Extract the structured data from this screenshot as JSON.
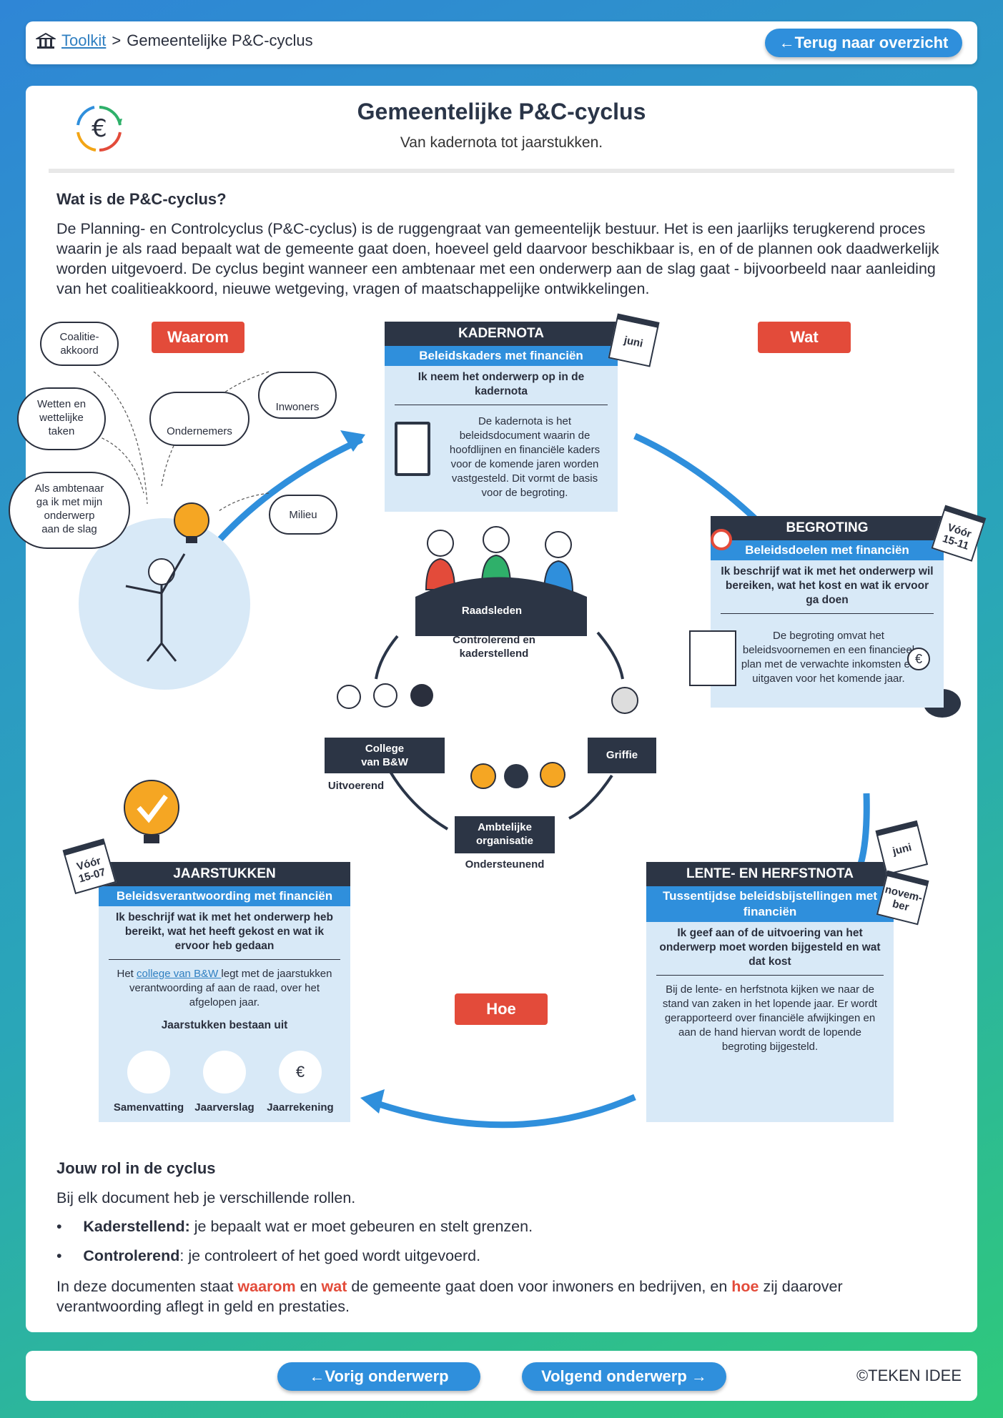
{
  "breadcrumb": {
    "home_link": "Toolkit",
    "separator": ">",
    "current": "Gemeentelijke P&C-cyclus"
  },
  "back_button": "←Terug naar overzicht",
  "header": {
    "title": "Gemeentelijke P&C-cyclus",
    "subtitle": "Van kadernota tot jaarstukken."
  },
  "intro": {
    "heading": "Wat is de P&C-cyclus?",
    "text": "De Planning- en Controlcyclus (P&C-cyclus) is de ruggengraat van gemeentelijk bestuur. Het is een jaarlijks terugkerend proces waarin je als raad bepaalt wat de gemeente gaat doen, hoeveel geld daarvoor beschikbaar is, en of de plannen ook daadwerkelijk worden uitgevoerd. De cyclus begint wanneer een ambtenaar met een onderwerp aan de slag gaat - bijvoorbeeld naar aanleiding van het coalitieakkoord, nieuwe wetgeving, vragen of maatschappelijke ontwikkelingen."
  },
  "labels": {
    "waarom": "Waarom",
    "wat": "Wat",
    "hoe": "Hoe"
  },
  "clouds": {
    "coalitie": "Coalitie-\nakkoord",
    "wetten": "Wetten en\nwettelijke\ntaken",
    "ondernemers": "Ondernemers",
    "inwoners": "Inwoners",
    "milieu": "Milieu",
    "ambtenaar": "Als ambtenaar\nga ik met mijn\nonderwerp\naan de slag"
  },
  "kadernota": {
    "title": "KADERNOTA",
    "subtitle": "Beleidskaders met financiën",
    "bold": "Ik neem het onderwerp op in de kadernota",
    "text": "De kadernota is het beleidsdocument waarin de hoofdlijnen en financiële kaders voor de komende jaren worden vastgesteld. Dit vormt de basis voor de begroting.",
    "calendar": "juni"
  },
  "begroting": {
    "title": "BEGROTING",
    "subtitle": "Beleidsdoelen met financiën",
    "bold": "Ik beschrijf wat ik met het onderwerp wil bereiken, wat het kost en wat ik ervoor ga doen",
    "text": "De begroting omvat het beleidsvoornemen en een financieel plan met de verwachte inkomsten en uitgaven voor het komende jaar.",
    "calendar": "Vóór\n15-11"
  },
  "jaarstukken": {
    "title": "JAARSTUKKEN",
    "subtitle": "Beleidsverantwoording met financiën",
    "bold": "Ik beschrijf wat ik met het onderwerp heb bereikt, wat het heeft gekost en wat ik ervoor heb gedaan",
    "text_before": "Het ",
    "link": "college van B&W ",
    "text_after": "legt met de jaarstukken verantwoording af aan de raad, over het afgelopen jaar.",
    "consists": "Jaarstukken bestaan uit",
    "items": [
      "Samenvatting",
      "Jaarverslag",
      "Jaarrekening"
    ],
    "calendar": "Vóór\n15-07"
  },
  "lente": {
    "title": "LENTE- EN HERFSTNOTA",
    "subtitle": "Tussentijdse beleidsbijstellingen met financiën",
    "bold": "Ik geef aan of de uitvoering van het onderwerp moet worden bijgesteld en wat dat kost",
    "text": "Bij de lente- en herfstnota kijken we naar de stand van zaken in het lopende jaar. Er wordt gerapporteerd over financiële afwijkingen en aan de hand hiervan wordt de lopende begroting bijgesteld.",
    "calendar1": "juni",
    "calendar2": "novem-\nber"
  },
  "center": {
    "raadsleden": "Raadsleden",
    "raad_role": "Controlerend en\nkaderstellend",
    "college": "College\nvan B&W",
    "college_role": "Uitvoerend",
    "griffie": "Griffie",
    "ambtelijk": "Ambtelijke\norganisatie",
    "ambtelijk_role": "Ondersteunend"
  },
  "role": {
    "heading": "Jouw rol in de cyclus",
    "intro": "Bij elk document heb je verschillende rollen.",
    "items": [
      {
        "term": "Kaderstellend:",
        "desc": " je bepaalt wat er moet gebeuren en stelt grenzen."
      },
      {
        "term": "Controlerend",
        "desc": ": je controleert of het goed wordt uitgevoerd."
      }
    ],
    "closing": {
      "p1": "In deze documenten staat ",
      "w1": "waarom",
      "p2": " en ",
      "w2": "wat",
      "p3": " de gemeente gaat doen voor inwoners en bedrijven, en ",
      "w3": "hoe",
      "p4": " zij daarover verantwoording aflegt in geld en prestaties."
    }
  },
  "footer": {
    "prev": "←Vorig onderwerp",
    "next": "Volgend onderwerp →",
    "copyright": "©TEKEN IDEE"
  },
  "colors": {
    "accent_blue": "#2f8fdc",
    "header_dark": "#2c3545",
    "label_red": "#e34b3a",
    "box_light": "#d8e9f7"
  }
}
